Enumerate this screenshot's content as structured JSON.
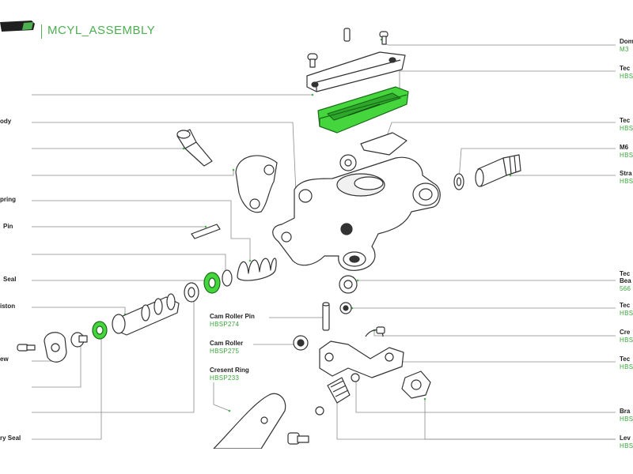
{
  "title": "MCYL_ASSEMBLY",
  "colors": {
    "accent": "#4caf50",
    "leader": "#8a8a8a",
    "highlight": "#44d63c"
  },
  "left_labels": [
    {
      "id": "body",
      "text": "ody"
    },
    {
      "id": "spring",
      "text": "pring"
    },
    {
      "id": "pin",
      "text": "Pin"
    },
    {
      "id": "seal",
      "text": "Seal"
    },
    {
      "id": "piston",
      "text": "iston"
    },
    {
      "id": "screw",
      "text": "ew"
    },
    {
      "id": "secondary-seal",
      "text": "ry Seal"
    }
  ],
  "center_labels": [
    {
      "id": "cam-roller-pin",
      "name": "Cam Roller Pin",
      "code": "HBSP274"
    },
    {
      "id": "cam-roller",
      "name": "Cam Roller",
      "code": "HBSP275"
    },
    {
      "id": "crescent-ring",
      "name": "Cresent Ring",
      "code": "HBSP233"
    }
  ],
  "right_labels": [
    {
      "id": "dome-screw",
      "name": "Dom",
      "code": "M3"
    },
    {
      "id": "tech-cover",
      "name": "Tec",
      "code": "HBS"
    },
    {
      "id": "tech-diaphragm",
      "name": "Tec",
      "code": "HBS"
    },
    {
      "id": "m6",
      "name": "M6",
      "code": "HBS"
    },
    {
      "id": "straight-fitting",
      "name": "Stra",
      "code": "HBS"
    },
    {
      "id": "tech-bearing",
      "name": "Tec",
      "name2": "Bea",
      "code": "566"
    },
    {
      "id": "tech-1",
      "name": "Tec",
      "code": "HBS"
    },
    {
      "id": "crescent",
      "name": "Cre",
      "code": "HBS"
    },
    {
      "id": "tech-2",
      "name": "Tec",
      "code": "HBS"
    },
    {
      "id": "brake",
      "name": "Bra",
      "code": "HBS"
    },
    {
      "id": "lever",
      "name": "Lev",
      "code": "HBS"
    }
  ]
}
